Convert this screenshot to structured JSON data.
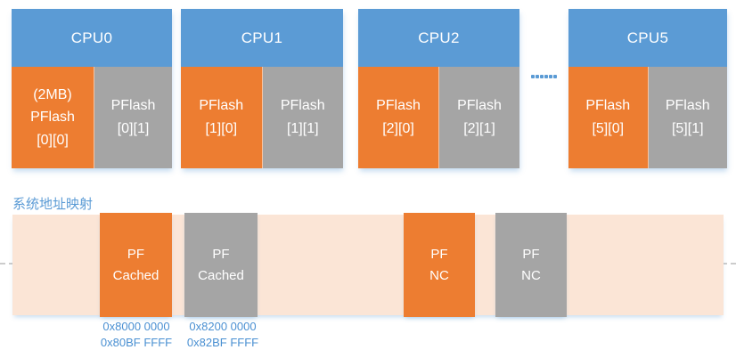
{
  "colors": {
    "header_blue": "#5B9BD5",
    "block_orange": "#ED7D31",
    "block_gray": "#A5A5A5",
    "band_peach": "#FBE5D6",
    "address_text_blue": "#4A90D2",
    "block_text": "#FFFFFF"
  },
  "cpus": [
    {
      "name": "CPU0",
      "left_label": "(2MB)\nPFlash\n[0][0]",
      "right_label": "PFlash\n[0][1]"
    },
    {
      "name": "CPU1",
      "left_label": "PFlash\n[1][0]",
      "right_label": "PFlash\n[1][1]"
    },
    {
      "name": "CPU2",
      "left_label": "PFlash\n[2][0]",
      "right_label": "PFlash\n[2][1]"
    },
    {
      "name": "CPU5",
      "left_label": "PFlash\n[5][0]",
      "right_label": "PFlash\n[5][1]"
    }
  ],
  "ellipsis": "......",
  "mapping": {
    "title": "系统地址映射",
    "segments": [
      {
        "label": "PF\nCached",
        "variant": "orange",
        "addr_start": "0x8000 0000",
        "addr_end": "0x80BF FFFF"
      },
      {
        "label": "PF\nCached",
        "variant": "gray",
        "addr_start": "0x8200 0000",
        "addr_end": "0x82BF FFFF"
      },
      {
        "label": "PF\nNC",
        "variant": "orange"
      },
      {
        "label": "PF\nNC",
        "variant": "gray"
      }
    ]
  }
}
